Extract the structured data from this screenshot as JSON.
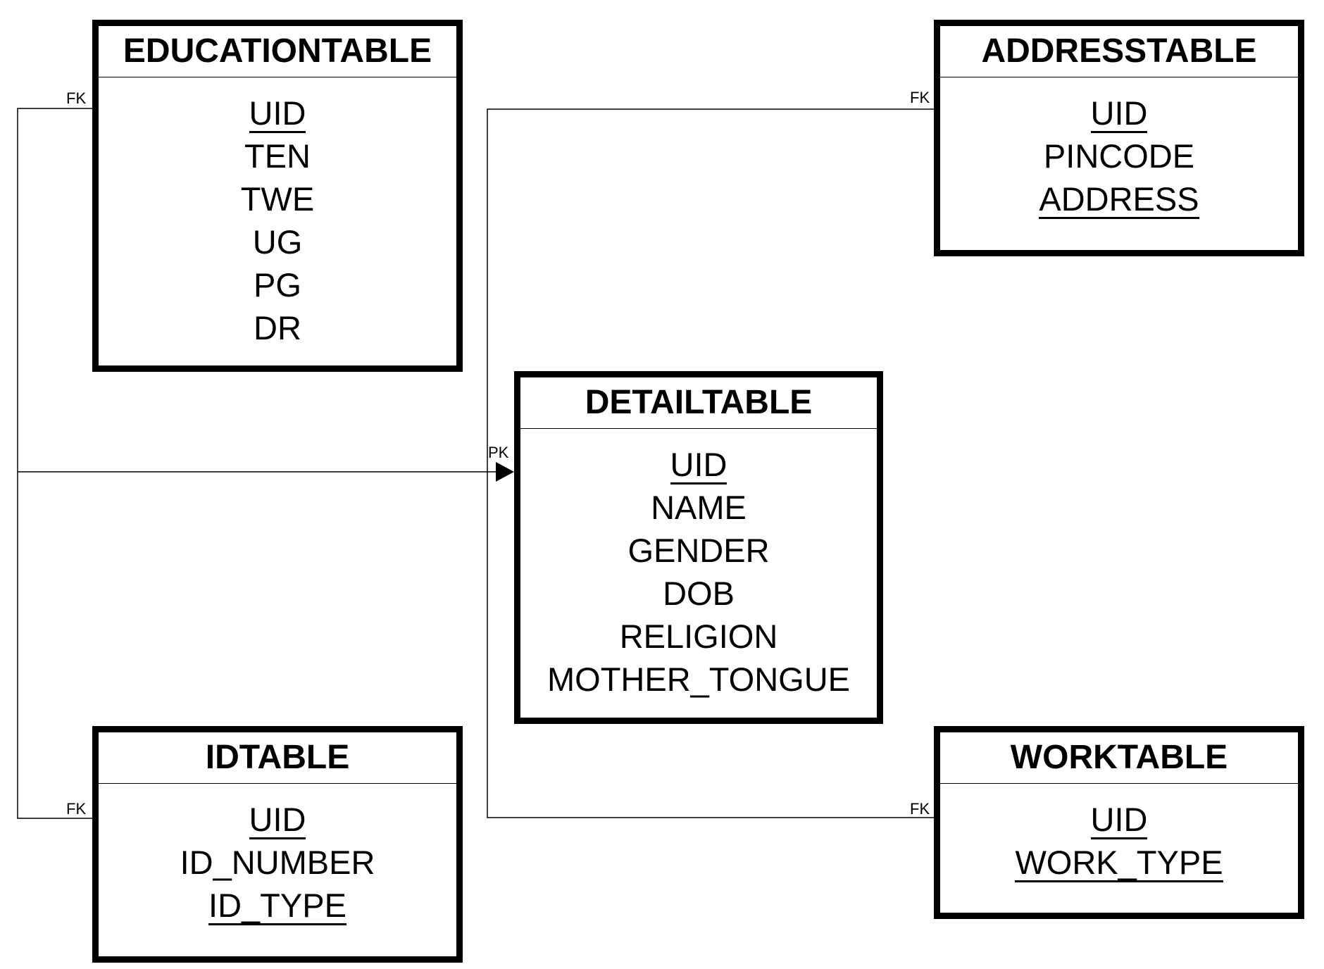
{
  "entities": {
    "education": {
      "title": "EDUCATIONTABLE",
      "fields": [
        "UID",
        "TEN",
        "TWE",
        "UG",
        "PG",
        "DR"
      ]
    },
    "address": {
      "title": "ADDRESSTABLE",
      "fields": [
        "UID",
        "PINCODE",
        "ADDRESS"
      ]
    },
    "detail": {
      "title": "DETAILTABLE",
      "fields": [
        "UID",
        "NAME",
        "GENDER",
        "DOB",
        "RELIGION",
        "MOTHER_TONGUE"
      ]
    },
    "id": {
      "title": "IDTABLE",
      "fields": [
        "UID",
        "ID_NUMBER",
        "ID_TYPE"
      ]
    },
    "work": {
      "title": "WORKTABLE",
      "fields": [
        "UID",
        "WORK_TYPE"
      ]
    }
  },
  "labels": {
    "fk": "FK",
    "pk": "PK"
  }
}
